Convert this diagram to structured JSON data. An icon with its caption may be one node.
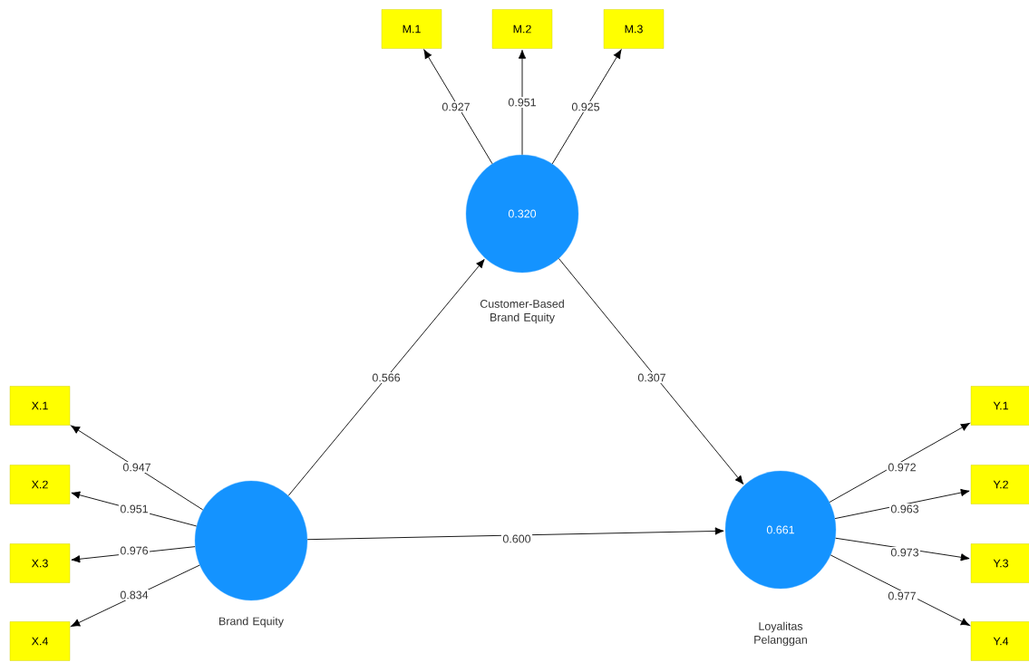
{
  "diagram": {
    "nodes": [
      {
        "text": [
          "0.320",
          "Customer-Based Brand Equity"
        ]
      },
      {
        "text": [
          "Brand Equity"
        ]
      },
      {
        "text": [
          "0.661",
          "Loyalitas Pelanggan"
        ]
      },
      {
        "text": [
          "M.1"
        ]
      },
      {
        "text": [
          "M.2"
        ]
      },
      {
        "text": [
          "M.3"
        ]
      },
      {
        "text": [
          "X.1"
        ]
      },
      {
        "text": [
          "X.2"
        ]
      },
      {
        "text": [
          "X.3"
        ]
      },
      {
        "text": [
          "X.4"
        ]
      },
      {
        "text": [
          "Y.1"
        ]
      },
      {
        "text": [
          "Y.2"
        ]
      },
      {
        "text": [
          "Y.3"
        ]
      },
      {
        "text": [
          "Y.4"
        ]
      }
    ],
    "edges": [
      {
        "from": 0,
        "to": 3,
        "arrow": "to",
        "label": "0.927"
      },
      {
        "from": 0,
        "to": 4,
        "arrow": "to",
        "label": "0.951"
      },
      {
        "from": 0,
        "to": 5,
        "arrow": "to",
        "label": "0.925"
      },
      {
        "from": 1,
        "to": 0,
        "arrow": "to",
        "label": "0.566"
      },
      {
        "from": 0,
        "to": 2,
        "arrow": "to",
        "label": "0.307"
      },
      {
        "from": 1,
        "to": 2,
        "arrow": "to",
        "label": "0.600"
      },
      {
        "from": 1,
        "to": 6,
        "arrow": "to",
        "label": "0.947"
      },
      {
        "from": 1,
        "to": 7,
        "arrow": "to",
        "label": "0.951"
      },
      {
        "from": 1,
        "to": 8,
        "arrow": "to",
        "label": "0.976"
      },
      {
        "from": 1,
        "to": 9,
        "arrow": "to",
        "label": "0.834"
      },
      {
        "from": 2,
        "to": 10,
        "arrow": "to",
        "label": "0.972"
      },
      {
        "from": 2,
        "to": 11,
        "arrow": "to",
        "label": "0.963"
      },
      {
        "from": 2,
        "to": 12,
        "arrow": "to",
        "label": "0.973"
      },
      {
        "from": 2,
        "to": 13,
        "arrow": "to",
        "label": "0.977"
      }
    ]
  }
}
